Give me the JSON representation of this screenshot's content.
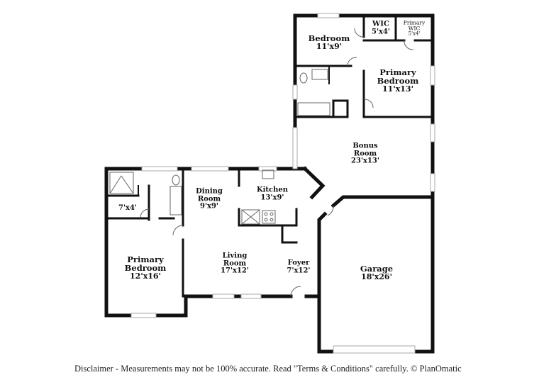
{
  "floorplan": {
    "rooms": [
      {
        "id": "bedroom",
        "name": "Bedroom",
        "dims": "11'x9'"
      },
      {
        "id": "wic",
        "name": "WIC",
        "dims": "5'x4'"
      },
      {
        "id": "primary_wic",
        "name": "Primary WIC",
        "name_line1": "Primary",
        "name_line2": "WIC",
        "dims": "5'x4'"
      },
      {
        "id": "primary_bedroom_upper",
        "name_line1": "Primary",
        "name_line2": "Bedroom",
        "dims": "11'x13'"
      },
      {
        "id": "bonus_room",
        "name_line1": "Bonus",
        "name_line2": "Room",
        "dims": "23'x13'"
      },
      {
        "id": "dining_room",
        "name_line1": "Dining",
        "name_line2": "Room",
        "dims": "9'x9'"
      },
      {
        "id": "kitchen",
        "name": "Kitchen",
        "dims": "13'x9'"
      },
      {
        "id": "bath_closet",
        "dims": "7'x4'"
      },
      {
        "id": "primary_bedroom_lower",
        "name_line1": "Primary",
        "name_line2": "Bedroom",
        "dims": "12'x16'"
      },
      {
        "id": "living_room",
        "name_line1": "Living",
        "name_line2": "Room",
        "dims": "17'x12'"
      },
      {
        "id": "foyer",
        "name": "Foyer",
        "dims": "7'x12'"
      },
      {
        "id": "garage",
        "name": "Garage",
        "dims": "18'x26'"
      }
    ],
    "colors": {
      "wall": "#111111",
      "window": "#c8c8c8",
      "fixture": "#666666"
    }
  },
  "footer": {
    "disclaimer": "Disclaimer - Measurements may not be 100% accurate. Read \"Terms & Conditions\" carefully. © PlanOmatic"
  }
}
